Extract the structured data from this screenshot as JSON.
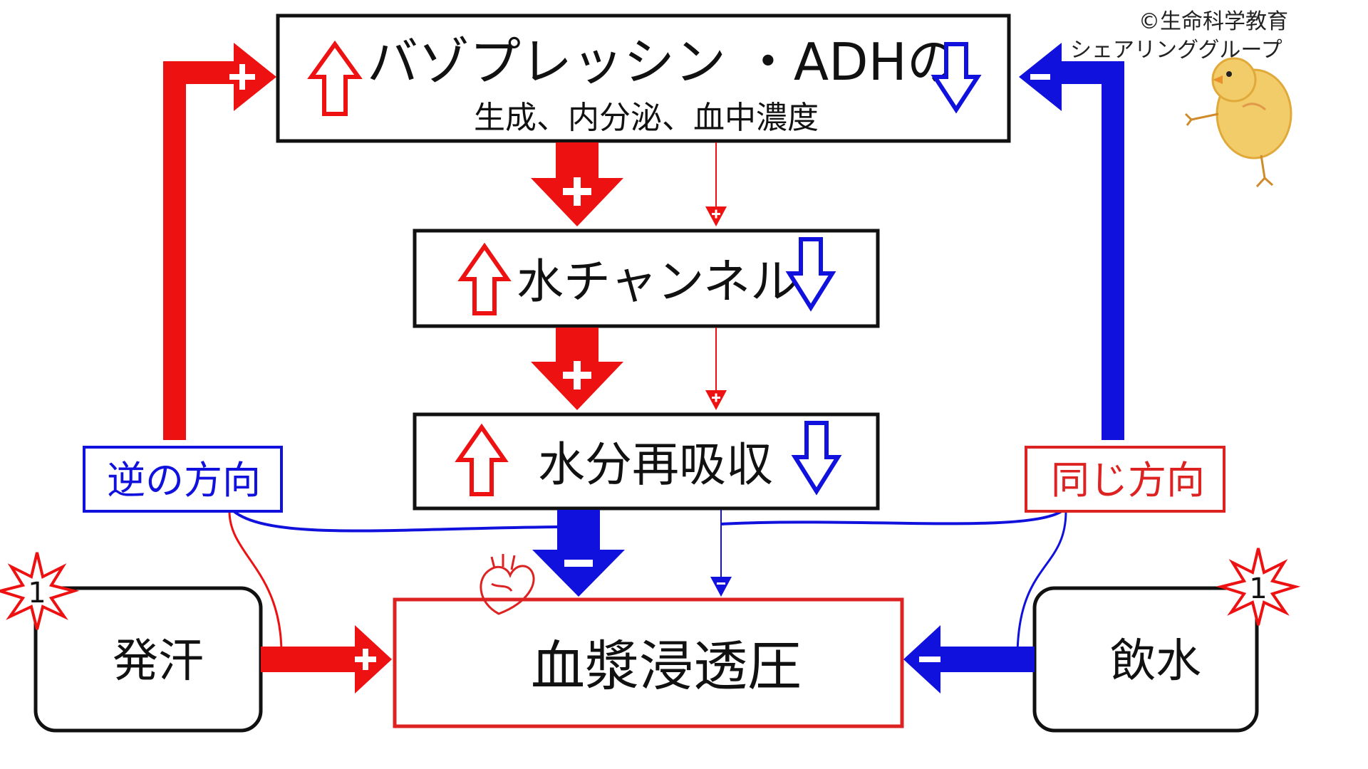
{
  "nodes": {
    "vasopressin": {
      "title": "バゾプレッシン ・ADHの",
      "subtitle": "生成、内分泌、血中濃度"
    },
    "water_channel": {
      "label": "水チャンネル"
    },
    "water_reabsorption": {
      "label": "水分再吸収"
    },
    "plasma_osmolality": {
      "label": "血漿浸透圧"
    },
    "sweating": {
      "label": "発汗",
      "badge": "1"
    },
    "drinking": {
      "label": "飲水",
      "badge": "1"
    }
  },
  "direction_labels": {
    "opposite": "逆の方向",
    "same": "同じ方向"
  },
  "signs": {
    "plus": "+",
    "minus": "−"
  },
  "copyright": {
    "line1": "©生命科学教育",
    "line2": "シェアリンググループ"
  },
  "colors": {
    "increase": "#ee1111",
    "decrease": "#1111dd",
    "box_border": "#111111",
    "plasma_border": "#dd2222",
    "chick_fill": "#f3cc6a"
  }
}
